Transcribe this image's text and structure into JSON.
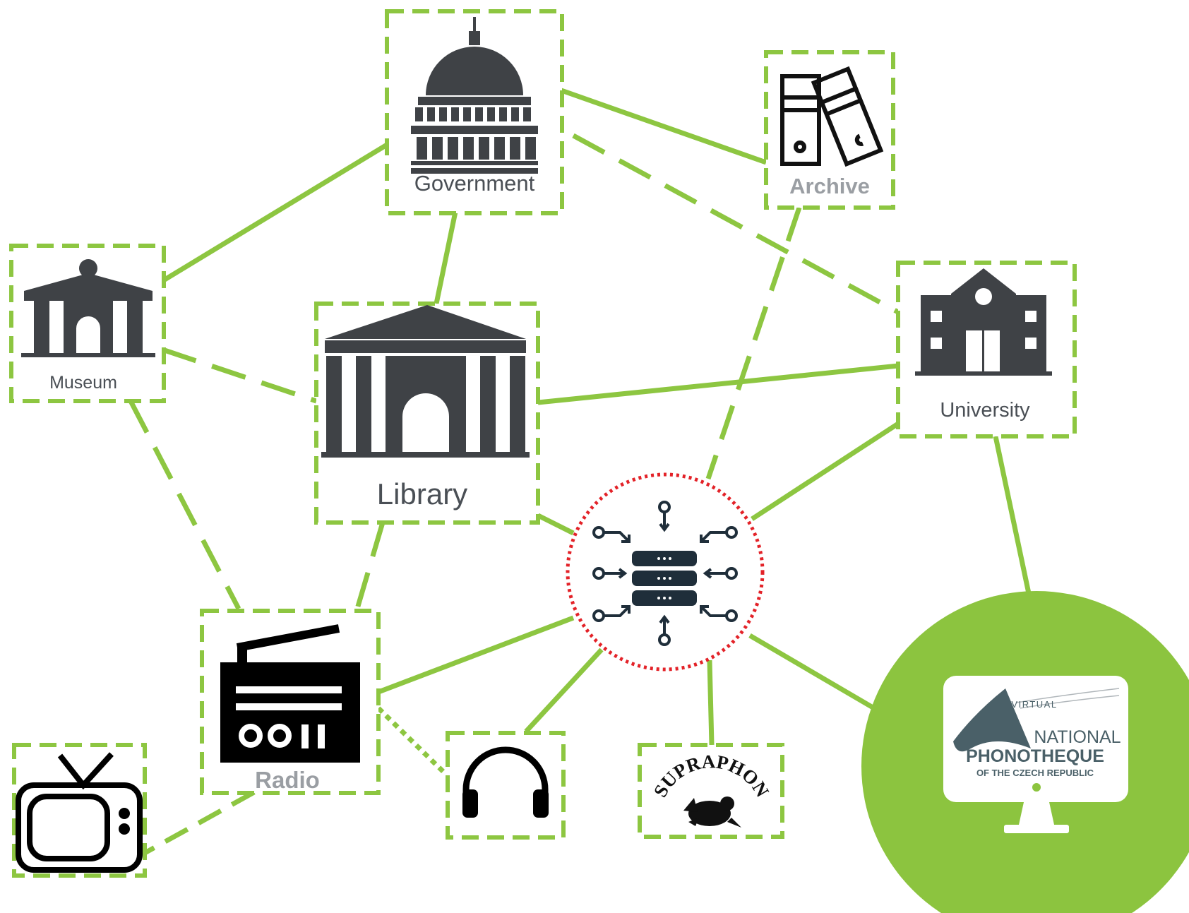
{
  "nodes": {
    "government": {
      "label": "Government"
    },
    "archive": {
      "label": "Archive"
    },
    "museum": {
      "label": "Museum"
    },
    "library": {
      "label": "Library"
    },
    "university": {
      "label": "University"
    },
    "radio": {
      "label": "Radio"
    },
    "headphones": {
      "label": ""
    },
    "supraphon": {
      "label": "",
      "logo_text": "SUPRAPHON"
    },
    "television": {
      "label": ""
    },
    "database_hub": {
      "label": ""
    },
    "phonotheque": {
      "line1": "VIRTUAL",
      "line2": "NATIONAL",
      "line3": "PHONOTHEQUE",
      "line4": "OF THE CZECH REPUBLIC"
    }
  },
  "colors": {
    "connector_green": "#8dc641",
    "node_border_green": "#8dc641",
    "icon_dark": "#3f4246",
    "hub_ring_red": "#e32228",
    "phonotheque_fill": "#8cc43f"
  },
  "connections": [
    {
      "from": "government",
      "to": "museum",
      "style": "solid"
    },
    {
      "from": "government",
      "to": "library",
      "style": "solid"
    },
    {
      "from": "government",
      "to": "archive",
      "style": "solid"
    },
    {
      "from": "government",
      "to": "university",
      "style": "dashed"
    },
    {
      "from": "museum",
      "to": "library",
      "style": "dashed"
    },
    {
      "from": "museum",
      "to": "radio",
      "style": "dashed"
    },
    {
      "from": "library",
      "to": "university",
      "style": "solid"
    },
    {
      "from": "library",
      "to": "radio",
      "style": "dashed"
    },
    {
      "from": "library",
      "to": "database_hub",
      "style": "solid"
    },
    {
      "from": "archive",
      "to": "database_hub",
      "style": "dashed"
    },
    {
      "from": "university",
      "to": "database_hub",
      "style": "solid"
    },
    {
      "from": "university",
      "to": "phonotheque",
      "style": "solid"
    },
    {
      "from": "database_hub",
      "to": "radio",
      "style": "solid"
    },
    {
      "from": "database_hub",
      "to": "headphones",
      "style": "solid"
    },
    {
      "from": "database_hub",
      "to": "supraphon",
      "style": "solid"
    },
    {
      "from": "database_hub",
      "to": "phonotheque",
      "style": "solid"
    },
    {
      "from": "radio",
      "to": "headphones",
      "style": "dotted"
    },
    {
      "from": "radio",
      "to": "television",
      "style": "dashed"
    }
  ]
}
